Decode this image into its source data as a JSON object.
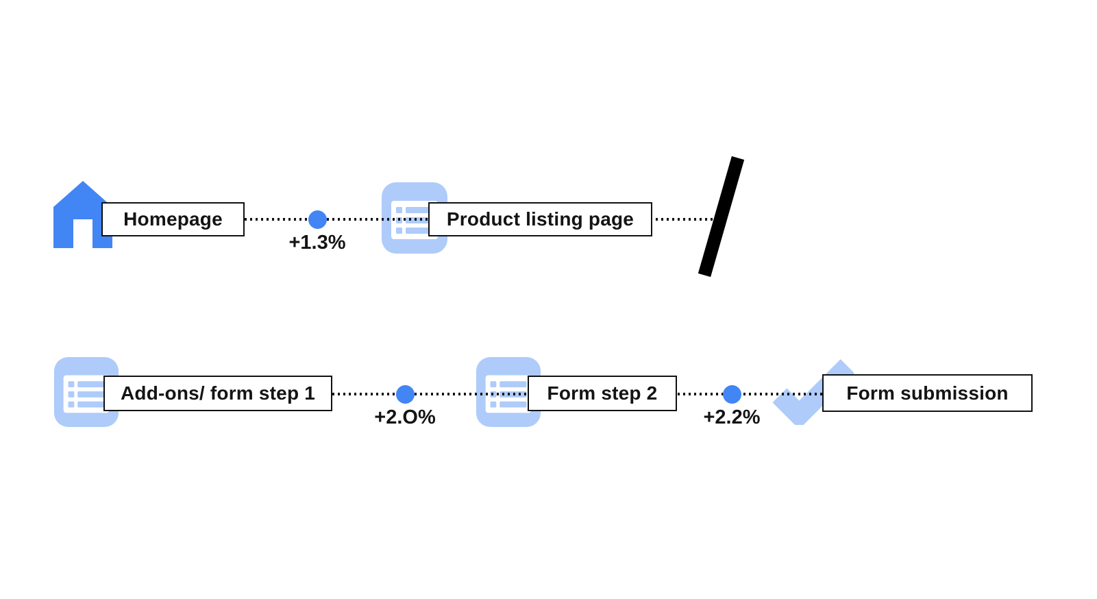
{
  "colors": {
    "primary_blue": "#4285F4",
    "light_blue": "#AECBFA",
    "ink": "#111111"
  },
  "flow": {
    "row1": {
      "steps": [
        {
          "label": "Homepage",
          "icon": "home-icon"
        },
        {
          "label": "Product listing page",
          "icon": "list-icon"
        }
      ],
      "transitions": [
        {
          "delta": "+1.3%"
        }
      ],
      "break_marker": "slash"
    },
    "row2": {
      "steps": [
        {
          "label": "Add-ons/ form step 1",
          "icon": "list-icon"
        },
        {
          "label": "Form step 2",
          "icon": "list-icon"
        },
        {
          "label": "Form submission",
          "icon": "check-icon"
        }
      ],
      "transitions": [
        {
          "delta": "+2.O%"
        },
        {
          "delta": "+2.2%"
        }
      ]
    }
  }
}
